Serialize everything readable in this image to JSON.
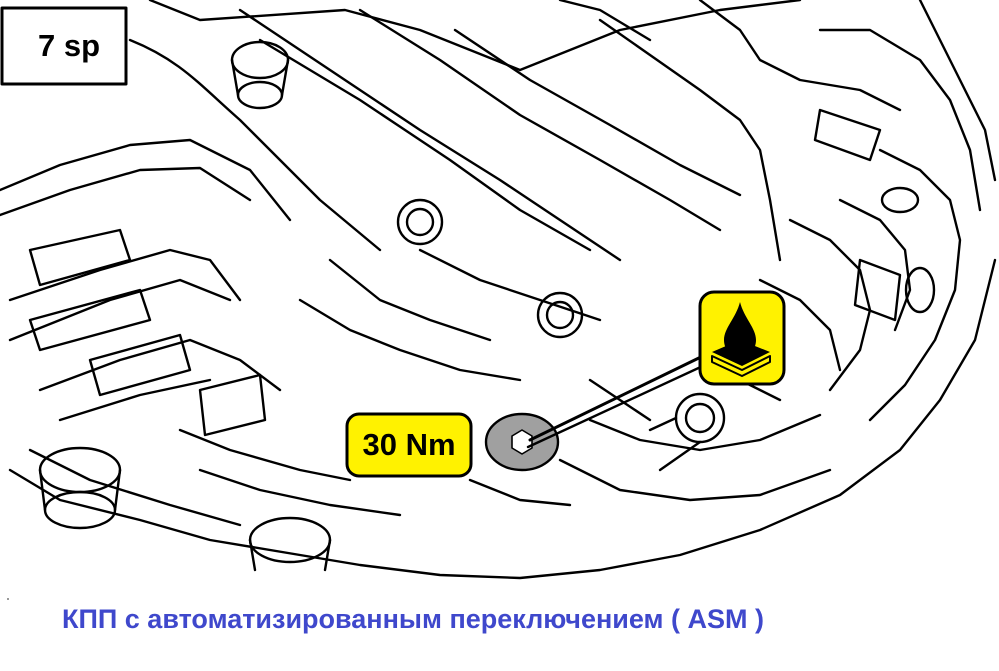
{
  "gearbox_label": "7 sp",
  "torque_label": "30 Nm",
  "oil_icon": "oil-drop-on-tray-icon",
  "caption": "КПП с автоматизированным переключением  ( ASM )",
  "colors": {
    "line": "#000000",
    "callout_fill": "#fff200",
    "plug_fill": "#a0a0a0",
    "caption": "#3f48cc",
    "background": "#ffffff"
  }
}
